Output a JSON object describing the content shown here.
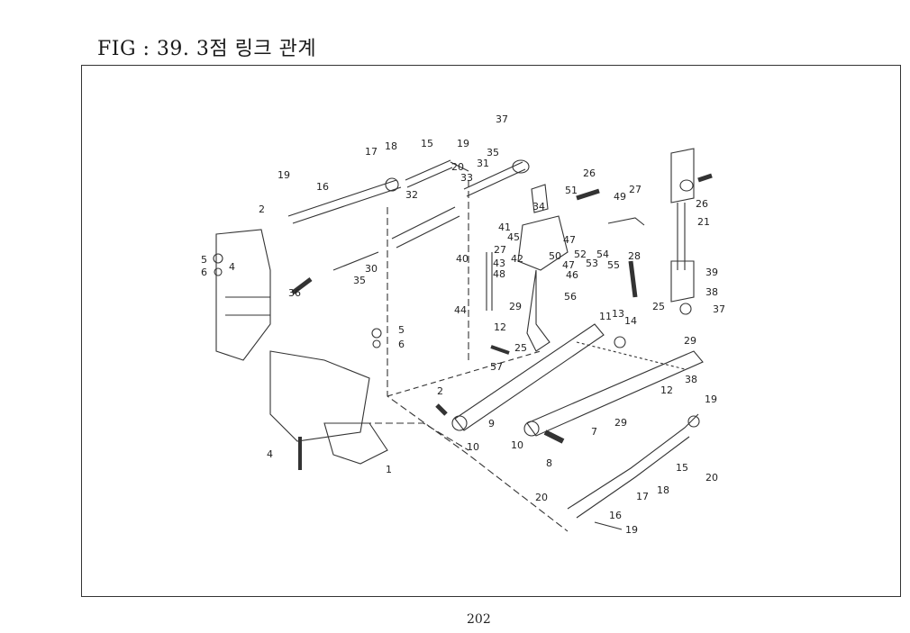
{
  "title": "FIG : 39. 3점 링크 관계",
  "page_number": "202",
  "diagram_type": "exploded parts diagram",
  "callouts": [
    {
      "id": "c37a",
      "text": "37"
    },
    {
      "id": "c35a",
      "text": "35"
    },
    {
      "id": "c17a",
      "text": "17"
    },
    {
      "id": "c18a",
      "text": "18"
    },
    {
      "id": "c15a",
      "text": "15"
    },
    {
      "id": "c19a",
      "text": "19"
    },
    {
      "id": "c20a",
      "text": "20"
    },
    {
      "id": "c31",
      "text": "31"
    },
    {
      "id": "c33",
      "text": "33"
    },
    {
      "id": "c26a",
      "text": "26"
    },
    {
      "id": "c19b",
      "text": "19"
    },
    {
      "id": "c16a",
      "text": "16"
    },
    {
      "id": "c32",
      "text": "32"
    },
    {
      "id": "c34",
      "text": "34"
    },
    {
      "id": "c51",
      "text": "51"
    },
    {
      "id": "c49",
      "text": "49"
    },
    {
      "id": "c27a",
      "text": "27"
    },
    {
      "id": "c26b",
      "text": "26"
    },
    {
      "id": "c2a",
      "text": "2"
    },
    {
      "id": "c21",
      "text": "21"
    },
    {
      "id": "c41",
      "text": "41"
    },
    {
      "id": "c45",
      "text": "45"
    },
    {
      "id": "c47a",
      "text": "47"
    },
    {
      "id": "c52",
      "text": "52"
    },
    {
      "id": "c54",
      "text": "54"
    },
    {
      "id": "c5a",
      "text": "5"
    },
    {
      "id": "c6a",
      "text": "6"
    },
    {
      "id": "c4a",
      "text": "4"
    },
    {
      "id": "c27b",
      "text": "27"
    },
    {
      "id": "c50",
      "text": "50"
    },
    {
      "id": "c53",
      "text": "53"
    },
    {
      "id": "c55",
      "text": "55"
    },
    {
      "id": "c28",
      "text": "28"
    },
    {
      "id": "c40",
      "text": "40"
    },
    {
      "id": "c42",
      "text": "42"
    },
    {
      "id": "c43",
      "text": "43"
    },
    {
      "id": "c47b",
      "text": "47"
    },
    {
      "id": "c48",
      "text": "48"
    },
    {
      "id": "c46",
      "text": "46"
    },
    {
      "id": "c39",
      "text": "39"
    },
    {
      "id": "c30",
      "text": "30"
    },
    {
      "id": "c36",
      "text": "36"
    },
    {
      "id": "c35b",
      "text": "35"
    },
    {
      "id": "c56",
      "text": "56"
    },
    {
      "id": "c38a",
      "text": "38"
    },
    {
      "id": "c44",
      "text": "44"
    },
    {
      "id": "c29a",
      "text": "29"
    },
    {
      "id": "c25a",
      "text": "25"
    },
    {
      "id": "c37b",
      "text": "37"
    },
    {
      "id": "c13",
      "text": "13"
    },
    {
      "id": "c14",
      "text": "14"
    },
    {
      "id": "c12a",
      "text": "12"
    },
    {
      "id": "c5b",
      "text": "5"
    },
    {
      "id": "c6b",
      "text": "6"
    },
    {
      "id": "c25b",
      "text": "25"
    },
    {
      "id": "c11",
      "text": "11"
    },
    {
      "id": "c29b",
      "text": "29"
    },
    {
      "id": "c57",
      "text": "57"
    },
    {
      "id": "c38b",
      "text": "38"
    },
    {
      "id": "c12b",
      "text": "12"
    },
    {
      "id": "c2b",
      "text": "2"
    },
    {
      "id": "c19c",
      "text": "19"
    },
    {
      "id": "c29c",
      "text": "29"
    },
    {
      "id": "c9",
      "text": "9"
    },
    {
      "id": "c7",
      "text": "7"
    },
    {
      "id": "c10a",
      "text": "10"
    },
    {
      "id": "c10b",
      "text": "10"
    },
    {
      "id": "c4b",
      "text": "4"
    },
    {
      "id": "c8",
      "text": "8"
    },
    {
      "id": "c15b",
      "text": "15"
    },
    {
      "id": "c20b",
      "text": "20"
    },
    {
      "id": "c1",
      "text": "1"
    },
    {
      "id": "c17b",
      "text": "17"
    },
    {
      "id": "c18b",
      "text": "18"
    },
    {
      "id": "c20c",
      "text": "20"
    },
    {
      "id": "c16b",
      "text": "16"
    },
    {
      "id": "c19d",
      "text": "19"
    }
  ]
}
